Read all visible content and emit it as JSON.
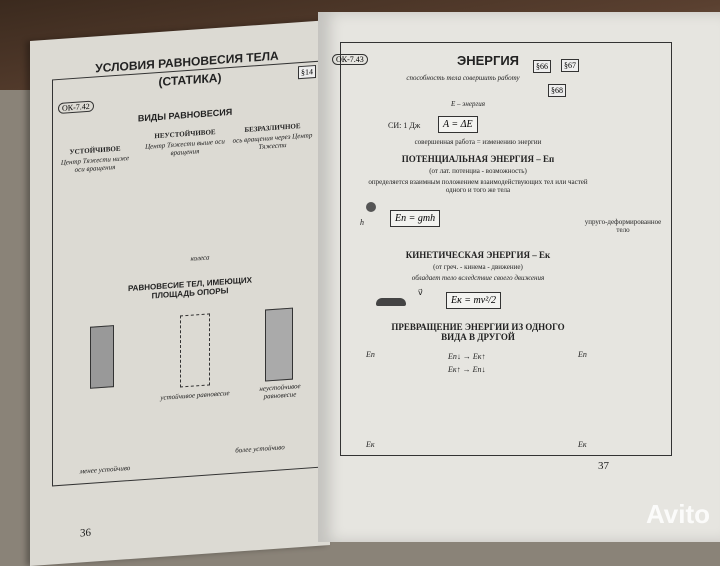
{
  "left_page": {
    "code": "ОК-7.42",
    "title": "УСЛОВИЯ РАВНОВЕСИЯ ТЕЛА",
    "subtitle": "(СТАТИКА)",
    "section": "§14",
    "types_heading": "ВИДЫ РАВНОВЕСИЯ",
    "types": [
      {
        "label": "УСТОЙЧИВОЕ",
        "desc": "Центр Тяжести ниже оси вращения"
      },
      {
        "label": "НЕУСТОЙЧИВОЕ",
        "desc": "Центр Тяжести выше оси вращения"
      },
      {
        "label": "БЕЗРАЗЛИЧНОЕ",
        "desc": "ось вращения через Центр Тяжести"
      }
    ],
    "wheels": "колеса",
    "support_heading": "РАВНОВЕСИЕ ТЕЛ, ИМЕЮЩИХ ПЛОЩАДЬ ОПОРЫ",
    "stable": "устойчивое равновесие",
    "unstable": "неустойчивое равновесие",
    "less": "менее устойчиво",
    "more": "более устойчиво",
    "page_number": "36"
  },
  "right_page": {
    "code": "ОК-7.43",
    "title": "ЭНЕРГИЯ",
    "sections": [
      "§66",
      "§67",
      "§68"
    ],
    "definition": "способность тела совершить работу",
    "e_label": "E – энергия",
    "si": "СИ: 1 Дж",
    "formula_work": "A = ΔE",
    "work_text": "совершенная работа = изменению энергии",
    "potential_heading": "ПОТЕНЦИАЛЬНАЯ ЭНЕРГИЯ – Eп",
    "potential_origin": "(от лат. потенциа - возможность)",
    "potential_desc": "определяется взаимным положением взаимодействующих тел или частей одного и того же тела",
    "formula_potential": "Eп = gmh",
    "h": "h",
    "spring": "упруго-деформированное тело",
    "kinetic_heading": "КИНЕТИЧЕСКАЯ ЭНЕРГИЯ – Eк",
    "kinetic_origin": "(от греч. - кинема - движение)",
    "kinetic_desc": "обладает тело вследствие своего движения",
    "v": "v⃗",
    "formula_kinetic": "Eк = mv²/2",
    "transform_heading": "ПРЕВРАЩЕНИЕ ЭНЕРГИИ ИЗ ОДНОГО ВИДА В ДРУГОЙ",
    "t1": "Eп↓ → Eк↑",
    "t2": "Eк↑ → Eп↓",
    "ep": "Eп",
    "ek": "Eк",
    "page_number": "37"
  },
  "watermark": "Avito"
}
